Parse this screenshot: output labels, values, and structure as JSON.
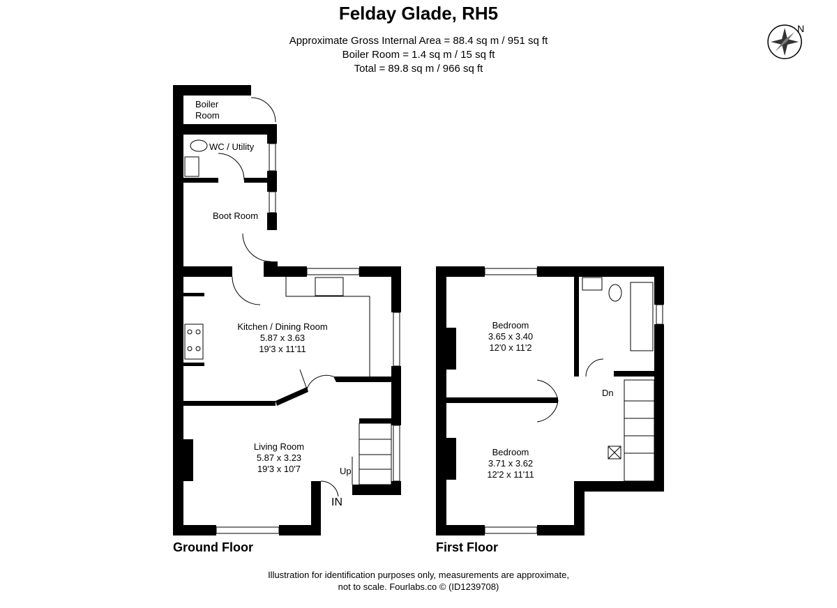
{
  "header": {
    "title": "Felday Glade, RH5",
    "area_lines": [
      "Approximate Gross Internal Area = 88.4 sq m / 951 sq ft",
      "Boiler Room = 1.4 sq m / 15 sq ft",
      "Total = 89.8 sq m / 966 sq ft"
    ]
  },
  "compass": {
    "label": "N"
  },
  "ground_floor": {
    "label": "Ground Floor",
    "rooms": [
      {
        "name": "Boiler\nRoom"
      },
      {
        "name": "WC / Utility"
      },
      {
        "name": "Boot Room"
      },
      {
        "name": "Kitchen / Dining Room",
        "metric": "5.87 x 3.63",
        "imperial": "19'3 x 11'11"
      },
      {
        "name": "Living Room",
        "metric": "5.87 x 3.23",
        "imperial": "19'3 x 10'7"
      }
    ],
    "stairs_label": "Up",
    "entrance_label": "IN"
  },
  "first_floor": {
    "label": "First Floor",
    "rooms": [
      {
        "name": "Bedroom",
        "metric": "3.65 x 3.40",
        "imperial": "12'0 x 11'2"
      },
      {
        "name": "Bedroom",
        "metric": "3.71 x 3.62",
        "imperial": "12'2 x 11'11"
      }
    ],
    "stairs_label": "Dn"
  },
  "footer": {
    "lines": [
      "Illustration for identification purposes only, measurements are approximate,",
      "not to scale. Fourlabs.co © (ID1239708)"
    ]
  }
}
